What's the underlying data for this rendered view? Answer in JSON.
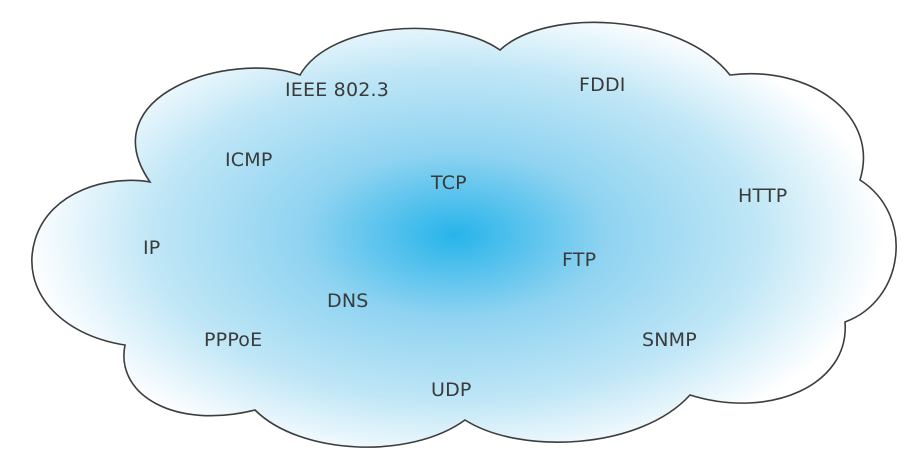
{
  "colors": {
    "cloud_center": "#27b4ea",
    "cloud_mid": "#bfe6f6",
    "cloud_edge": "#ffffff",
    "cloud_outline": "#3d3d3d",
    "label_text": "#3a3a3a"
  },
  "protocols": {
    "ieee": "IEEE 802.3",
    "fddi": "FDDI",
    "icmp": "ICMP",
    "tcp": "TCP",
    "http": "HTTP",
    "ip": "IP",
    "ftp": "FTP",
    "dns": "DNS",
    "pppoe": "PPPoE",
    "snmp": "SNMP",
    "udp": "UDP"
  }
}
